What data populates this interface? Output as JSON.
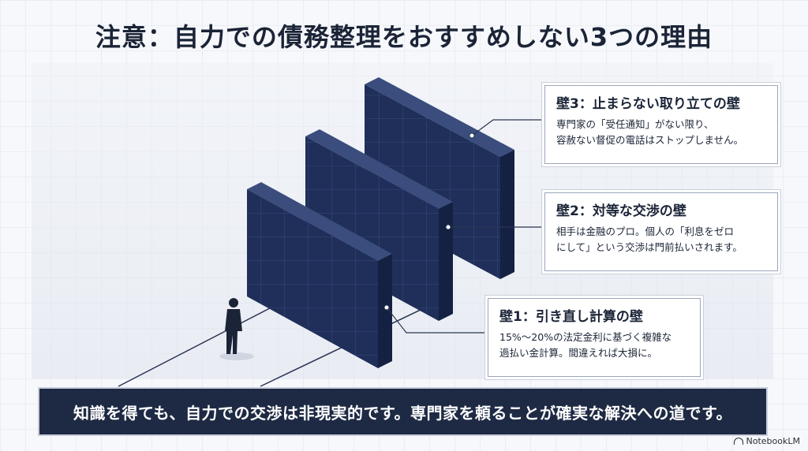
{
  "title": "注意：自力での債務整理をおすすめしない3つの理由",
  "walls": [
    {
      "title": "壁3：止まらない取り立ての壁",
      "body": "専門家の「受任通知」がない限り、\n容赦ない督促の電話はストップしません。"
    },
    {
      "title": "壁2：対等な交渉の壁",
      "body": "相手は金融のプロ。個人の「利息をゼロ\nにして」という交渉は門前払いされます。"
    },
    {
      "title": "壁1：引き直し計算の壁",
      "body": "15%〜20%の法定金利に基づく複雑な\n過払い金計算。間違えれば大損に。"
    }
  ],
  "banner": "知識を得ても、自力での交渉は非現実的です。専門家を頼ることが確実な解決への道です。",
  "brand": "NotebookLM",
  "colors": {
    "wall_face": "#1f2f5a",
    "wall_top": "#3a4d7c",
    "wall_side": "#142143",
    "banner": "#1e2a44"
  }
}
